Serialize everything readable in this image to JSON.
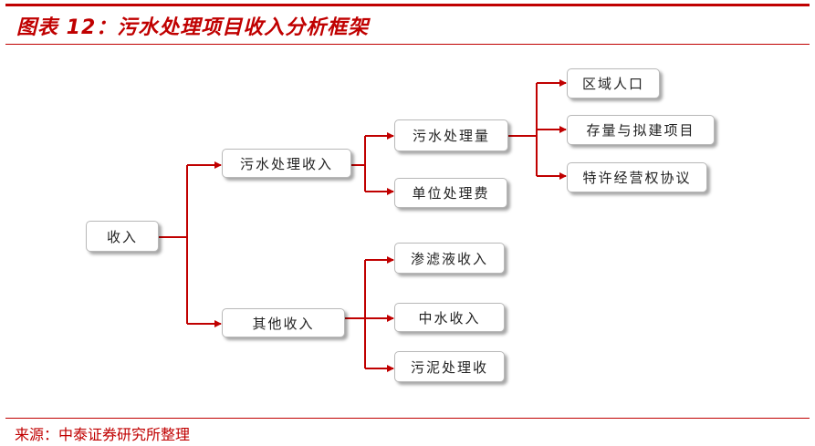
{
  "title": "图表 12：污水处理项目收入分析框架",
  "source": "来源：中泰证券研究所整理",
  "colors": {
    "accent": "#c00000",
    "connector": "#c00000",
    "node_border": "#b8b8b8"
  },
  "nodes": {
    "income": "收入",
    "sewage_income": "污水处理收入",
    "other_income": "其他收入",
    "sewage_volume": "污水处理量",
    "unit_fee": "单位处理费",
    "leachate_income": "渗滤液收入",
    "reclaimed_water_income": "中水收入",
    "sludge_income": "污泥处理收",
    "regional_population": "区域人口",
    "existing_planned_projects": "存量与拟建项目",
    "concession_agreement": "特许经营权协议"
  }
}
